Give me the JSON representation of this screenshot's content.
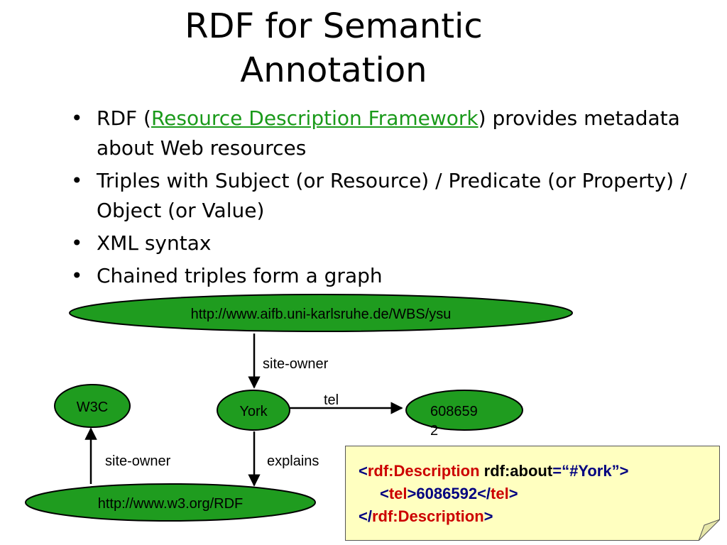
{
  "slide": {
    "title_line1": "RDF for Semantic",
    "title_line2": "Annotation",
    "bullets": {
      "b1_pre": "RDF (",
      "b1_link": "Resource Description Framework",
      "b1_post": ") provides metadata about Web resources",
      "b2": "Triples with Subject (or Resource) / Predicate (or Property) / Object (or Value)",
      "b3": "XML syntax",
      "b4": "Chained triples form a graph"
    }
  },
  "graph": {
    "nodes": {
      "aifb": "http://www.aifb.uni-karlsruhe.de/WBS/ysu",
      "w3c": "W3C",
      "york": "York",
      "phone_a": "608659",
      "phone_b": "2",
      "w3rdf": "http://www.w3.org/RDF"
    },
    "edges": {
      "site_owner_1": "site-owner",
      "tel": "tel",
      "site_owner_2": "site-owner",
      "explains": "explains"
    },
    "colors": {
      "node_fill": "#1f9c1f",
      "stroke": "#000000"
    }
  },
  "code": {
    "l1_open": "<",
    "l1_tag": "rdf:Description",
    "l1_attr": " rdf:about",
    "l1_eq": "=",
    "l1_val": "“#York”>",
    "l2_open": "<",
    "l2_tag": "tel",
    "l2_mid1": ">",
    "l2_value": "6086592",
    "l2_mid2": "</",
    "l2_tag2": "tel",
    "l2_close": ">",
    "l3_open": "</",
    "l3_tag": "rdf:Description",
    "l3_close": ">",
    "background": "#ffffc0"
  }
}
